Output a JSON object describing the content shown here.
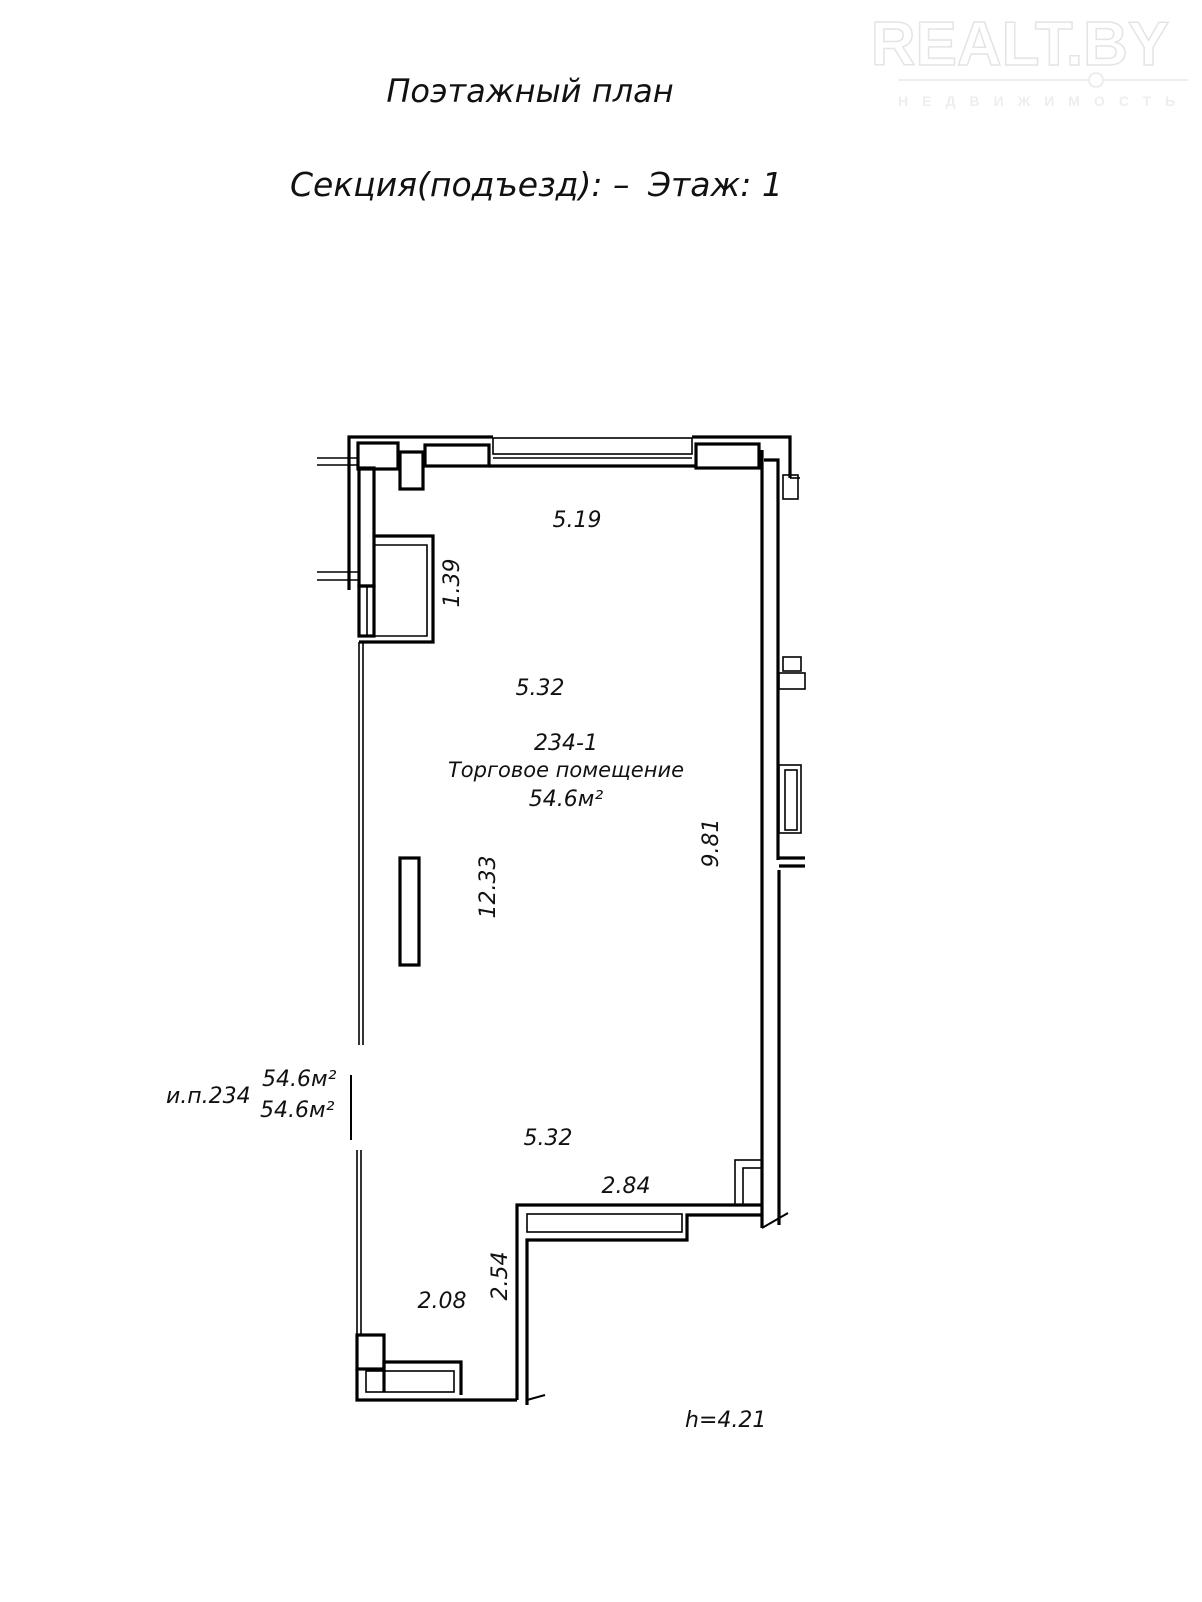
{
  "header": {
    "title": "Поэтажный план",
    "section_label": "Секция(подъезд): –",
    "floor_label": "Этаж: 1"
  },
  "watermark": {
    "brand": "REALT.BY",
    "tagline": "НЕДВИЖИМОСТЬ"
  },
  "room": {
    "number": "234-1",
    "name": "Торговое помещение",
    "area": "54.6м²"
  },
  "dimensions": {
    "top_width": "5.19",
    "niche_depth": "1.39",
    "mid_width": "5.32",
    "left_length": "12.33",
    "right_length": "9.81",
    "lower_width": "5.32",
    "step_width": "2.84",
    "step_depth": "2.54",
    "bottom_width": "2.08"
  },
  "summary": {
    "premises_label": "и.п.234",
    "total_area": "54.6м²",
    "living_area": "54.6м²"
  },
  "ceiling_height": "h=4.21"
}
